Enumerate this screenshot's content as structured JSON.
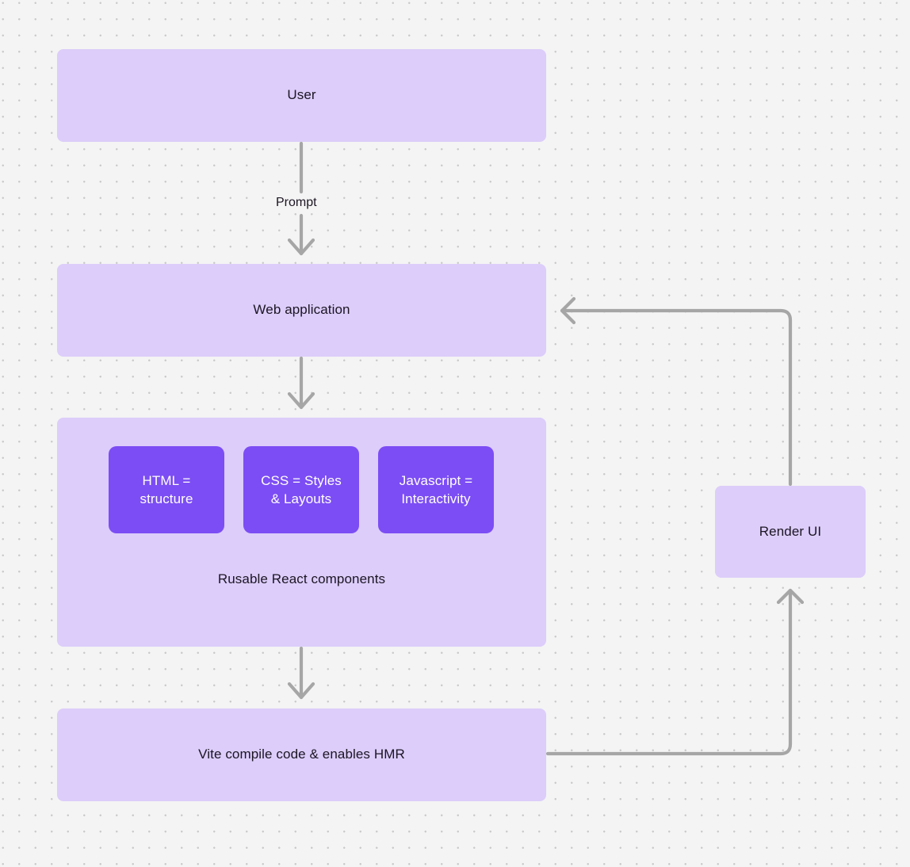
{
  "canvas": {
    "background_color": "#f4f4f4",
    "dot_color": "#c9c9c9",
    "title": "Web application build flow diagram"
  },
  "theme": {
    "node_fill": "#dccdfa",
    "subnode_fill": "#7c4df4",
    "node_text": "#1c1523",
    "subnode_text": "#ffffff",
    "edge_color": "#a6a6a6"
  },
  "nodes": {
    "user": {
      "label": "User"
    },
    "web_application": {
      "label": "Web application"
    },
    "components_group": {
      "caption": "Rusable React components",
      "items": [
        {
          "label": "HTML =\nstructure",
          "line1": "HTML =",
          "line2": "structure"
        },
        {
          "label": "CSS = Styles\n& Layouts",
          "line1": "CSS = Styles",
          "line2": "& Layouts"
        },
        {
          "label": "Javascript =\nInteractivity",
          "line1": "Javascript =",
          "line2": "Interactivity"
        }
      ]
    },
    "vite": {
      "label": "Vite compile code & enables HMR"
    },
    "render_ui": {
      "label": "Render UI"
    }
  },
  "edges": [
    {
      "id": "user-to-web",
      "from": "user",
      "to": "web_application",
      "label": "Prompt",
      "direction": "down"
    },
    {
      "id": "web-to-components",
      "from": "web_application",
      "to": "components_group",
      "label": "",
      "direction": "down"
    },
    {
      "id": "components-to-vite",
      "from": "components_group",
      "to": "vite",
      "label": "",
      "direction": "down"
    },
    {
      "id": "vite-to-render",
      "from": "vite",
      "to": "render_ui",
      "label": "",
      "direction": "up"
    },
    {
      "id": "render-to-web",
      "from": "render_ui",
      "to": "web_application",
      "label": "",
      "direction": "left"
    }
  ]
}
